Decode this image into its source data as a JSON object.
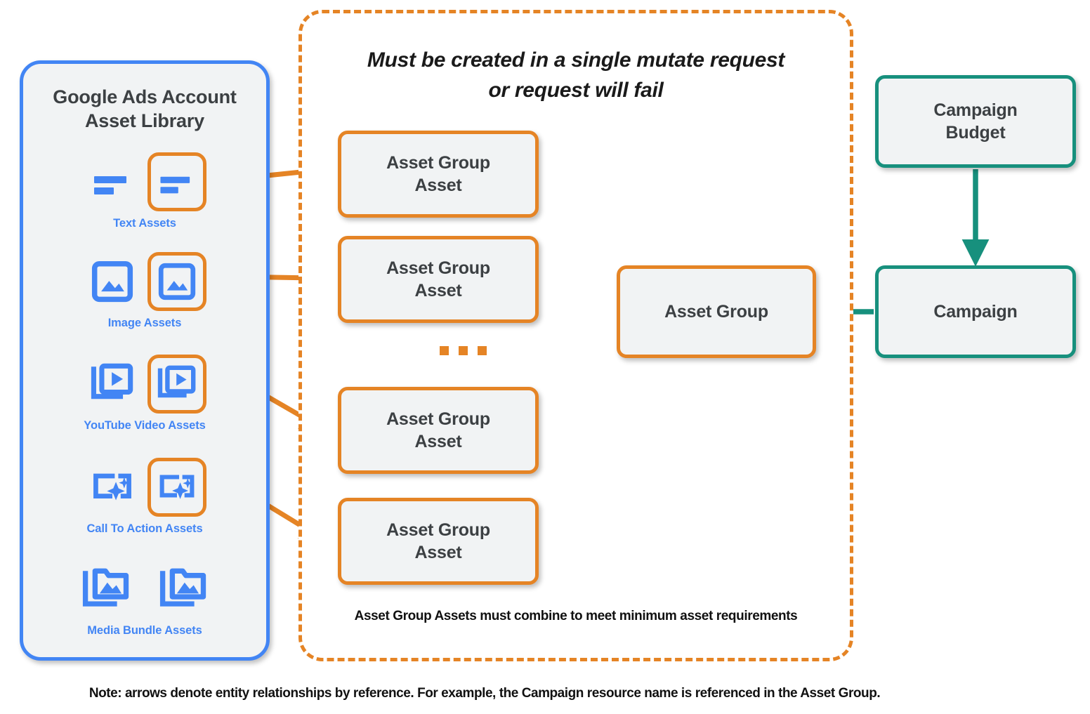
{
  "library": {
    "title": "Google Ads Account\nAsset Library",
    "title_line1": "Google Ads Account",
    "title_line2": "Asset Library",
    "border_color": "#4285F4",
    "items": [
      {
        "caption": "Text Assets",
        "icon": "text-asset-icon",
        "highlighted": true
      },
      {
        "caption": "Image Assets",
        "icon": "image-asset-icon",
        "highlighted": true
      },
      {
        "caption": "YouTube Video  Assets",
        "icon": "youtube-video-asset-icon",
        "highlighted": true
      },
      {
        "caption": "Call To Action Assets",
        "icon": "call-to-action-asset-icon",
        "highlighted": true
      },
      {
        "caption": "Media Bundle  Assets",
        "icon": "media-bundle-asset-icon",
        "highlighted": false
      }
    ]
  },
  "mutate": {
    "header_line1": "Must be created in a single mutate request",
    "header_line2": "or request will fail",
    "footer": "Asset Group Assets must combine to meet minimum asset requirements",
    "border_color": "#E58425",
    "border_style": "dashed"
  },
  "nodes": {
    "asset_group_assets": [
      {
        "line1": "Asset Group",
        "line2": "Asset"
      },
      {
        "line1": "Asset Group",
        "line2": "Asset"
      },
      {
        "line1": "Asset Group",
        "line2": "Asset"
      },
      {
        "line1": "Asset Group",
        "line2": "Asset"
      }
    ],
    "asset_group": {
      "label": "Asset Group",
      "color": "#E58425"
    },
    "campaign_budget": {
      "line1": "Campaign",
      "line2": "Budget",
      "color": "#17907D"
    },
    "campaign": {
      "label": "Campaign",
      "color": "#17907D"
    }
  },
  "ellipsis": {
    "symbol": "...",
    "dots": 3,
    "color": "#E58425"
  },
  "footnote": "Note: arrows denote entity relationships by reference. For example, the Campaign resource name is referenced in the Asset Group.",
  "colors": {
    "orange": "#E58425",
    "teal": "#17907D",
    "blue": "#4285F4",
    "node_fill": "#f1f3f4",
    "text_dark": "#3c4043"
  }
}
